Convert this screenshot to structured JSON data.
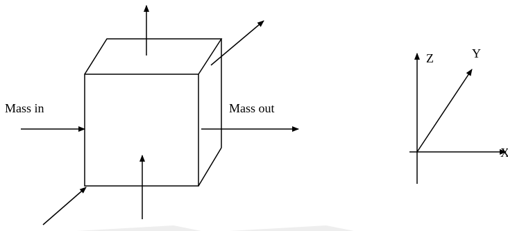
{
  "labels": {
    "mass_in": "Mass in",
    "mass_out": "Mass out",
    "axis_z": "Z",
    "axis_y": "Y",
    "axis_x": "X"
  },
  "colors": {
    "stroke": "#000000",
    "watermark": "#eeeeee"
  }
}
